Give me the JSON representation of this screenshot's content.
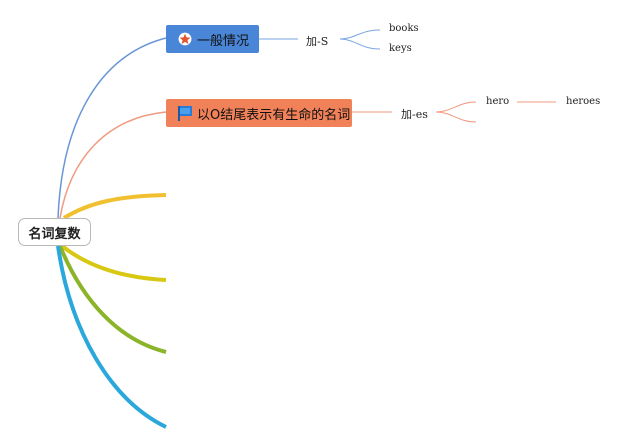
{
  "root": {
    "label": "名词复数"
  },
  "branches": [
    {
      "label": "一般情况",
      "icon": "star-icon",
      "color": "#4a86d8",
      "rule": "加-S",
      "examples": [
        "books",
        "keys"
      ]
    },
    {
      "label": "以O结尾表示有生命的名词",
      "icon": "flag-icon",
      "color": "#f08158",
      "rule": "加-es",
      "examples": [
        {
          "from": "hero",
          "to": "heroes"
        }
      ]
    }
  ],
  "empty_branch_colors": [
    "#f0c030",
    "#d8c814",
    "#8cb428",
    "#2aa8dc"
  ],
  "link_colors": {
    "blue_line": "#7aa6e0",
    "orange_line": "#f09a80"
  }
}
